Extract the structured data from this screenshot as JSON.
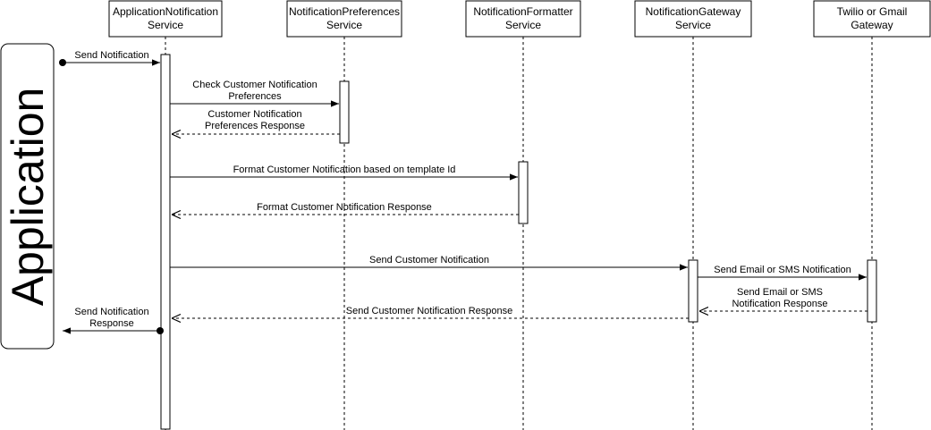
{
  "actor": {
    "label": "Application"
  },
  "participants": [
    {
      "id": "app",
      "line1": "ApplicationNotification",
      "line2": "Service"
    },
    {
      "id": "pref",
      "line1": "NotificationPreferences",
      "line2": "Service"
    },
    {
      "id": "fmt",
      "line1": "NotificationFormatter",
      "line2": "Service"
    },
    {
      "id": "gw",
      "line1": "NotificationGateway",
      "line2": "Service"
    },
    {
      "id": "ext",
      "line1": "Twilio or Gmail",
      "line2": "Gateway"
    }
  ],
  "messages": [
    {
      "id": "m1",
      "from": "actor",
      "to": "app",
      "style": "solid",
      "line1": "Send Notification",
      "line2": ""
    },
    {
      "id": "m2",
      "from": "app",
      "to": "pref",
      "style": "solid",
      "line1": "Check Customer Notification",
      "line2": "Preferences"
    },
    {
      "id": "m3",
      "from": "pref",
      "to": "app",
      "style": "dashed",
      "line1": "Customer Notification",
      "line2": "Preferences Response"
    },
    {
      "id": "m4",
      "from": "app",
      "to": "fmt",
      "style": "solid",
      "line1": "Format Customer Notification based on template Id",
      "line2": ""
    },
    {
      "id": "m5",
      "from": "fmt",
      "to": "app",
      "style": "dashed",
      "line1": "Format Customer Notification Response",
      "line2": ""
    },
    {
      "id": "m6",
      "from": "app",
      "to": "gw",
      "style": "solid",
      "line1": "Send Customer Notification",
      "line2": ""
    },
    {
      "id": "m7",
      "from": "gw",
      "to": "ext",
      "style": "solid",
      "line1": "Send Email or SMS Notification",
      "line2": ""
    },
    {
      "id": "m8",
      "from": "ext",
      "to": "gw",
      "style": "dashed",
      "line1": "Send Email or SMS",
      "line2": "Notification Response"
    },
    {
      "id": "m9",
      "from": "gw",
      "to": "app",
      "style": "dashed",
      "line1": "Send Customer Notification Response",
      "line2": ""
    },
    {
      "id": "m10",
      "from": "app",
      "to": "actor",
      "style": "solid",
      "line1": "Send Notification",
      "line2": "Response"
    }
  ]
}
